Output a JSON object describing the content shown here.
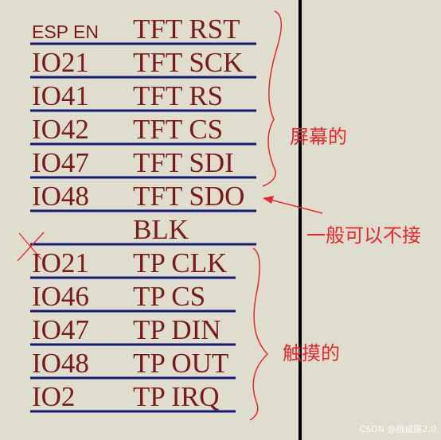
{
  "rows": [
    {
      "left": "ESP EN",
      "right": "TFT  RST"
    },
    {
      "left": "IO21",
      "right": "TFT  SCK"
    },
    {
      "left": "IO41",
      "right": "TFT  RS"
    },
    {
      "left": "IO42",
      "right": "TFT  CS"
    },
    {
      "left": "IO47",
      "right": "TFT  SDI"
    },
    {
      "left": "IO48",
      "right": "TFT  SDO"
    },
    {
      "left": "",
      "right": "BLK"
    },
    {
      "left": "IO21",
      "right": "TP  CLK"
    },
    {
      "left": "IO46",
      "right": "TP  CS"
    },
    {
      "left": "IO47",
      "right": "TP  DIN"
    },
    {
      "left": "IO48",
      "right": "TP  OUT"
    },
    {
      "left": "IO2",
      "right": "TP  IRQ"
    }
  ],
  "annotations": {
    "screen_label": "屏幕的",
    "optional_label": "一般可以不接",
    "touch_label": "触摸的"
  },
  "watermark": "CSDN @桃成蹊2.0",
  "colors": {
    "background": "#dfddce",
    "pin_text": "#7a1a1a",
    "underline": "#141a7a",
    "annotation": "#e8282c",
    "divider": "#000000"
  }
}
